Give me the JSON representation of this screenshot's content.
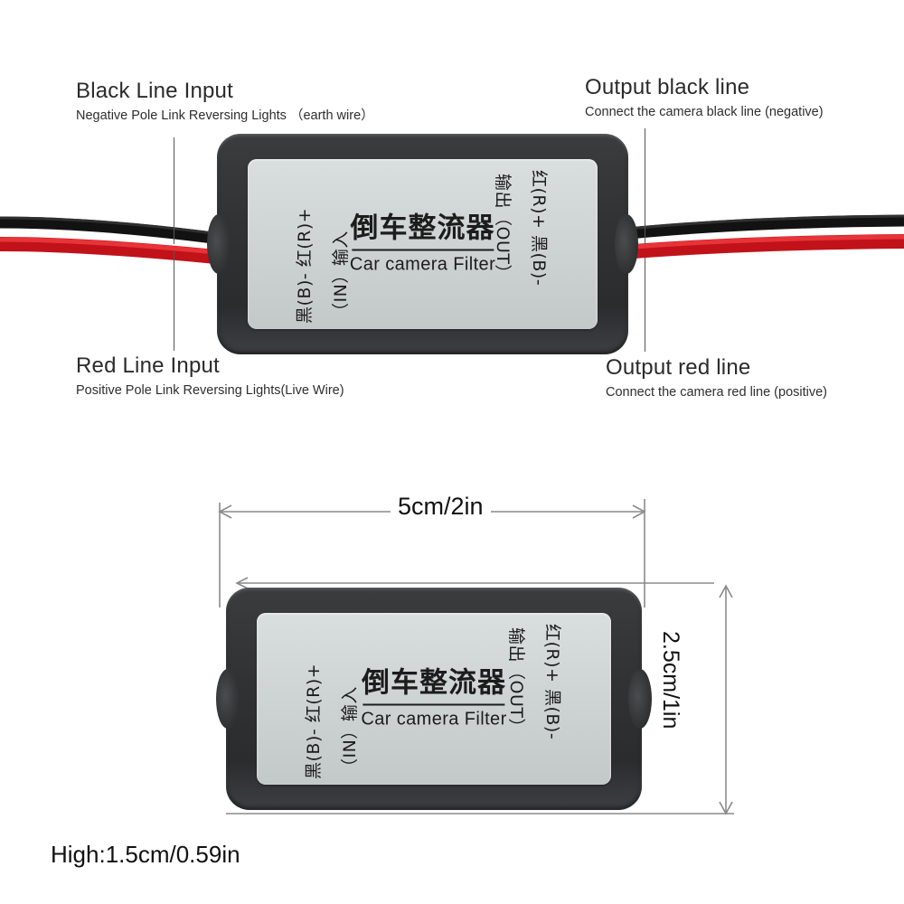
{
  "product": {
    "name_cn": "倒车整流器",
    "name_en": "Car camera Filter"
  },
  "device_label": {
    "input_side": {
      "polarity_text": "黑(B)- 红(R)+",
      "direction_text": "（IN）输入"
    },
    "output_side": {
      "polarity_text": "红(R)+ 黑(B)-",
      "direction_text": "输出（OUT）"
    }
  },
  "annotations": [
    {
      "id": "black-line-input",
      "title": "Black Line Input",
      "subtitle": "Negative Pole Link Reversing Lights （earth wire）"
    },
    {
      "id": "output-black-line",
      "title": "Output black line",
      "subtitle": "Connect the camera black line (negative)"
    },
    {
      "id": "red-line-input",
      "title": "Red Line Input",
      "subtitle": "Positive Pole Link Reversing Lights(Live Wire)"
    },
    {
      "id": "output-red-line",
      "title": "Output red line",
      "subtitle": "Connect the camera red line (positive)"
    }
  ],
  "dimensions": {
    "width": "5cm/2in",
    "height": "2.5cm/1in",
    "depth": "High:1.5cm/0.59in"
  },
  "colors": {
    "wire_red": "#d8161c",
    "wire_black": "#121212",
    "case_body": "#333436",
    "case_label": "#ccd2d2",
    "dimension_line": "#8a8a8a",
    "leader_line": "#555555"
  },
  "icons": {
    "arrow_left": "◄",
    "arrow_right": "►",
    "arrow_up": "▲",
    "arrow_down": "▼"
  }
}
